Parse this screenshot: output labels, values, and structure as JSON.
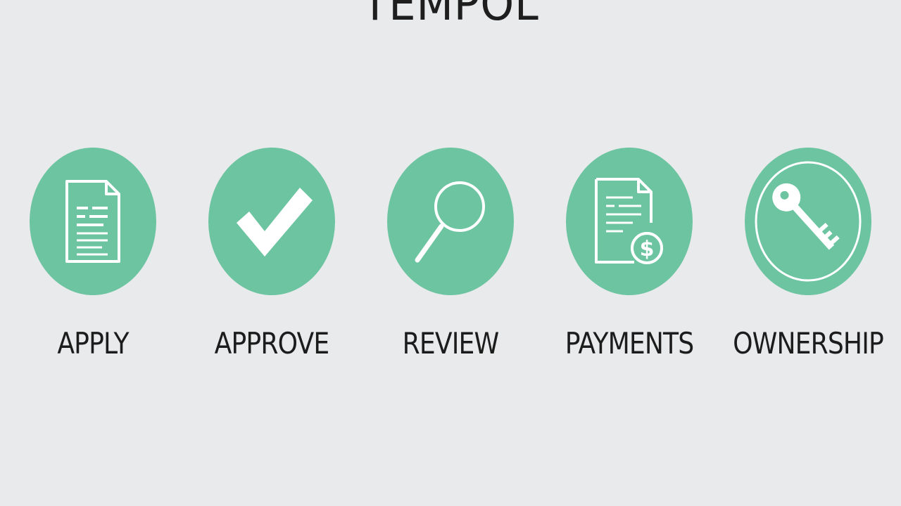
{
  "title": "TEMPOL",
  "accent_color": "#6cc4a1",
  "steps": [
    {
      "label": "APPLY",
      "icon": "document-icon"
    },
    {
      "label": "APPROVE",
      "icon": "checkmark-icon"
    },
    {
      "label": "REVIEW",
      "icon": "magnifier-icon"
    },
    {
      "label": "PAYMENTS",
      "icon": "invoice-dollar-icon"
    },
    {
      "label": "OWNERSHIP",
      "icon": "key-icon"
    }
  ]
}
